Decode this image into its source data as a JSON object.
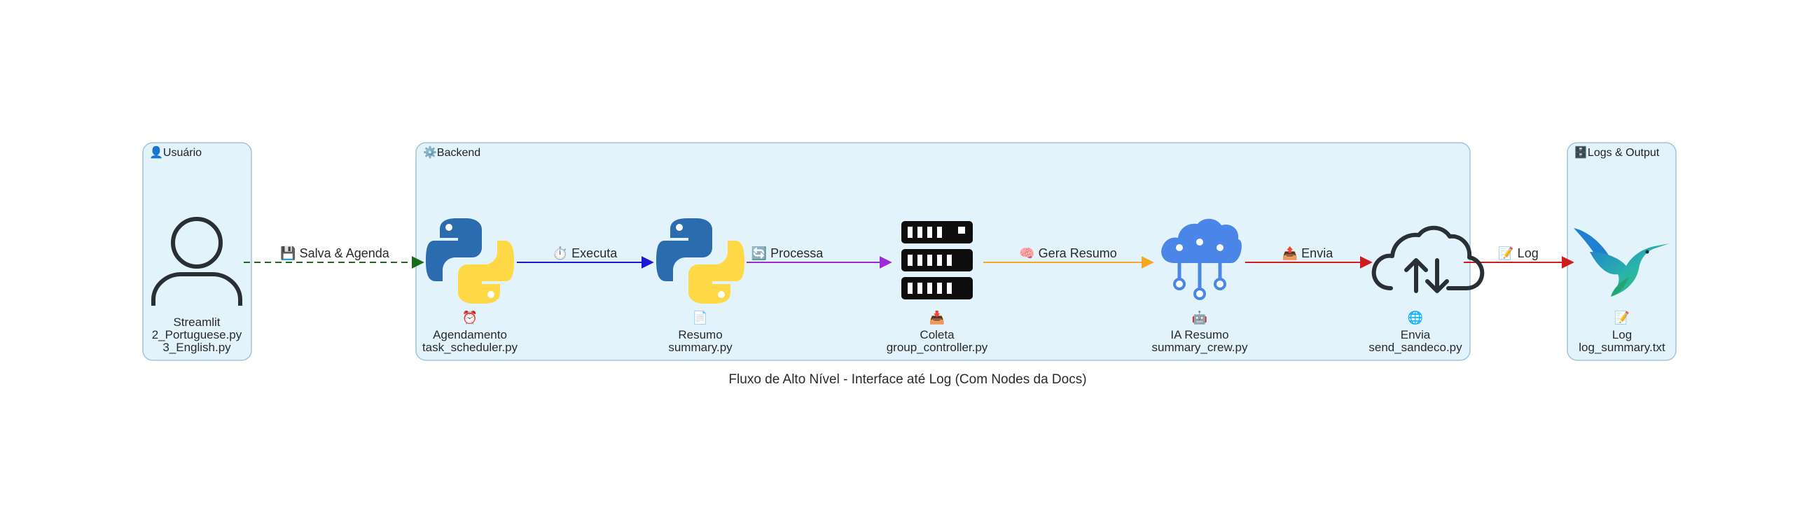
{
  "caption": "Fluxo de Alto Nível - Interface até Log (Com Nodes da Docs)",
  "clusters": {
    "usuario": {
      "label": "👤Usuário"
    },
    "backend": {
      "label": "⚙️Backend"
    },
    "logs": {
      "label": "🗄️Logs & Output"
    }
  },
  "nodes": {
    "streamlit": {
      "icon": "user-icon",
      "emoji": "",
      "lines": [
        "Streamlit",
        "2_Portuguese.py",
        "3_English.py"
      ]
    },
    "scheduler": {
      "icon": "python-icon",
      "emoji": "⏰",
      "lines": [
        "Agendamento",
        "task_scheduler.py"
      ]
    },
    "summary": {
      "icon": "python-icon",
      "emoji": "📄",
      "lines": [
        "Resumo",
        "summary.py"
      ]
    },
    "collect": {
      "icon": "server-icon",
      "emoji": "📥",
      "lines": [
        "Coleta",
        "group_controller.py"
      ]
    },
    "crew": {
      "icon": "ai-cloud-icon",
      "emoji": "🤖",
      "lines": [
        "IA Resumo",
        "summary_crew.py"
      ]
    },
    "send": {
      "icon": "cloud-sync-icon",
      "emoji": "🌐",
      "lines": [
        "Envia",
        "send_sandeco.py"
      ]
    },
    "log": {
      "icon": "hummingbird-icon",
      "emoji": "📝",
      "lines": [
        "Log",
        "log_summary.txt"
      ]
    }
  },
  "edges": [
    {
      "from": "streamlit",
      "to": "scheduler",
      "label": "💾 Salva & Agenda",
      "color": "#1a6b1a",
      "style": "dashed"
    },
    {
      "from": "scheduler",
      "to": "summary",
      "label": "⏱️ Executa",
      "color": "#1a1ad6",
      "style": "solid"
    },
    {
      "from": "summary",
      "to": "collect",
      "label": "🔄 Processa",
      "color": "#9b2bd6",
      "style": "solid"
    },
    {
      "from": "collect",
      "to": "crew",
      "label": "🧠 Gera Resumo",
      "color": "#f5a623",
      "style": "solid"
    },
    {
      "from": "crew",
      "to": "send",
      "label": "📤 Envia",
      "color": "#d01c1c",
      "style": "solid"
    },
    {
      "from": "send",
      "to": "log",
      "label": "📝 Log",
      "color": "#d01c1c",
      "style": "solid"
    }
  ],
  "colors": {
    "cluster_fill": "#e3f3fb",
    "cluster_stroke": "#9fc4d8",
    "python_blue": "#2b6cae",
    "python_yellow": "#ffd845",
    "ai_blue": "#4a86e8",
    "dark_icon": "#2a2f36"
  }
}
